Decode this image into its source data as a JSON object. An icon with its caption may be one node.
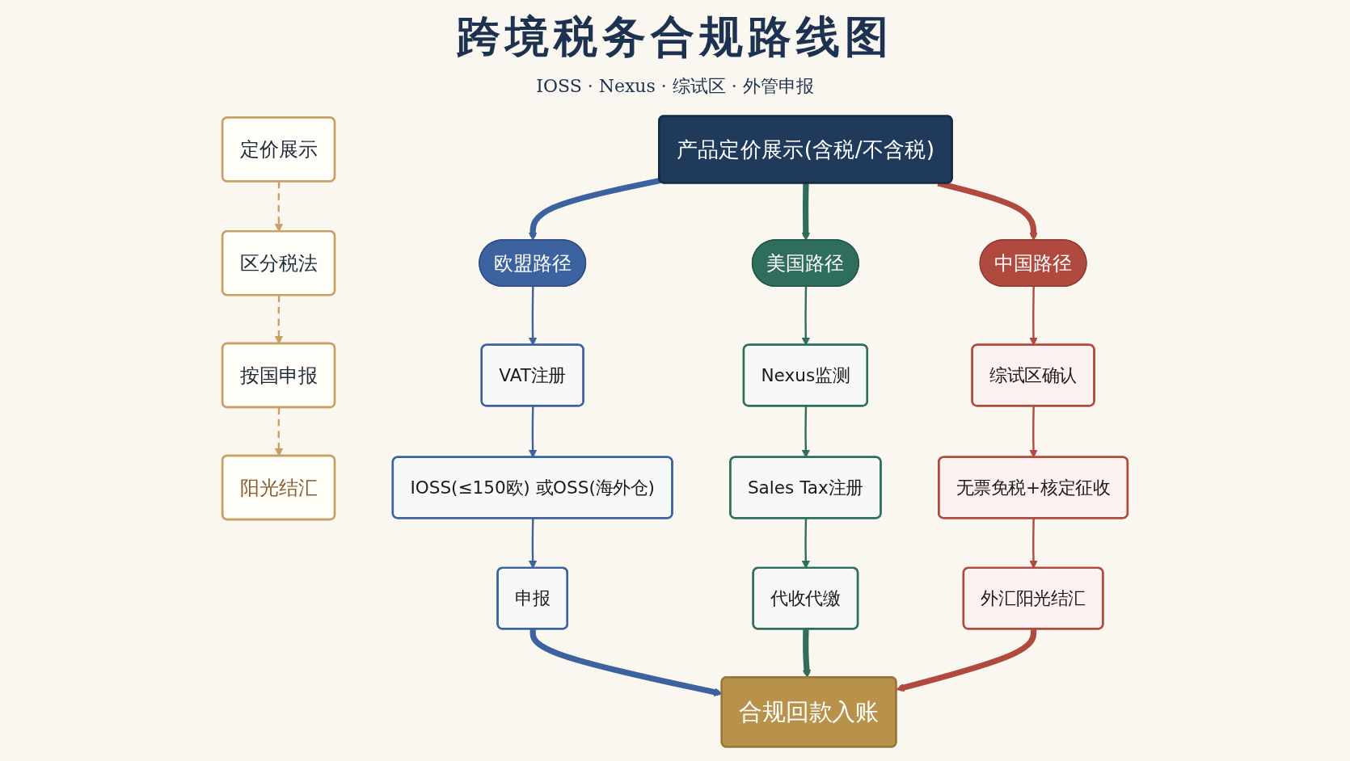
{
  "diagram": {
    "title": "跨境税务合规路线图",
    "nodes": [
      {
        "text": [
          "定价展示"
        ]
      },
      {
        "text": [
          "区分税法"
        ]
      },
      {
        "text": [
          "按国申报"
        ]
      },
      {
        "text": [
          "阳光结汇"
        ]
      },
      {
        "text": [
          "产品定价展示(含税/不含税)"
        ]
      },
      {
        "text": [
          "欧盟路径"
        ]
      },
      {
        "text": [
          "VAT注册"
        ]
      },
      {
        "text": [
          "IOSS(≤150欧) 或OSS(海外仓)"
        ]
      },
      {
        "text": [
          "申报"
        ]
      },
      {
        "text": [
          "美国路径"
        ]
      },
      {
        "text": [
          "Nexus监测"
        ]
      },
      {
        "text": [
          "Sales Tax注册"
        ]
      },
      {
        "text": [
          "代收代缴"
        ]
      },
      {
        "text": [
          "中国路径"
        ]
      },
      {
        "text": [
          "综试区确认"
        ]
      },
      {
        "text": [
          "无票免税+核定征收"
        ]
      },
      {
        "text": [
          "外汇阳光结汇"
        ]
      },
      {
        "text": [
          "合规回款入账"
        ]
      }
    ],
    "edges": [
      {
        "from": 0,
        "to": 1,
        "arrow": "to",
        "style": "dashed",
        "color": "#c9a063"
      },
      {
        "from": 1,
        "to": 2,
        "arrow": "to",
        "style": "dashed",
        "color": "#c9a063"
      },
      {
        "from": 2,
        "to": 3,
        "arrow": "to",
        "style": "dashed",
        "color": "#c9a063"
      },
      {
        "from": 4,
        "to": 5,
        "arrow": "to",
        "style": "thick",
        "color": "#3d62a0"
      },
      {
        "from": 4,
        "to": 9,
        "arrow": "to",
        "style": "thick",
        "color": "#2f6e5c"
      },
      {
        "from": 4,
        "to": 13,
        "arrow": "to",
        "style": "thick",
        "color": "#b04a3f"
      },
      {
        "from": 5,
        "to": 6,
        "arrow": "to",
        "color": "#3d62a0"
      },
      {
        "from": 6,
        "to": 7,
        "arrow": "to",
        "color": "#3d62a0"
      },
      {
        "from": 7,
        "to": 8,
        "arrow": "to",
        "color": "#3d62a0"
      },
      {
        "from": 9,
        "to": 10,
        "arrow": "to",
        "color": "#2f6e5c"
      },
      {
        "from": 10,
        "to": 11,
        "arrow": "to",
        "color": "#2f6e5c"
      },
      {
        "from": 11,
        "to": 12,
        "arrow": "to",
        "color": "#2f6e5c"
      },
      {
        "from": 13,
        "to": 14,
        "arrow": "to",
        "color": "#b04a3f"
      },
      {
        "from": 14,
        "to": 15,
        "arrow": "to",
        "color": "#b04a3f"
      },
      {
        "from": 15,
        "to": 16,
        "arrow": "to",
        "color": "#b04a3f"
      },
      {
        "from": 8,
        "to": 17,
        "arrow": "to",
        "style": "thick",
        "color": "#3d62a0"
      },
      {
        "from": 12,
        "to": 17,
        "arrow": "to",
        "style": "thick",
        "color": "#2f6e5c"
      },
      {
        "from": 16,
        "to": 17,
        "arrow": "to",
        "style": "thick",
        "color": "#b04a3f"
      }
    ],
    "labels": [
      "IOSS · Nexus · 综试区 · 外管申报"
    ]
  }
}
